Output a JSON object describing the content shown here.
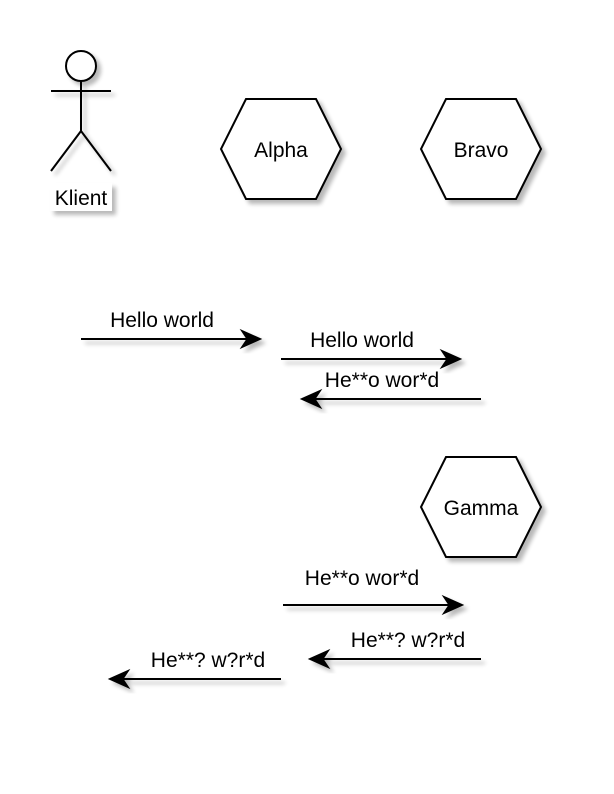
{
  "diagram": {
    "participants": {
      "klient": "Klient",
      "alpha": "Alpha",
      "bravo": "Bravo",
      "gamma": "Gamma"
    },
    "messages": [
      "Hello world",
      "Hello world",
      "He**o wor*d",
      "He**o wor*d",
      "He**? w?r*d",
      "He**? w?r*d"
    ]
  }
}
